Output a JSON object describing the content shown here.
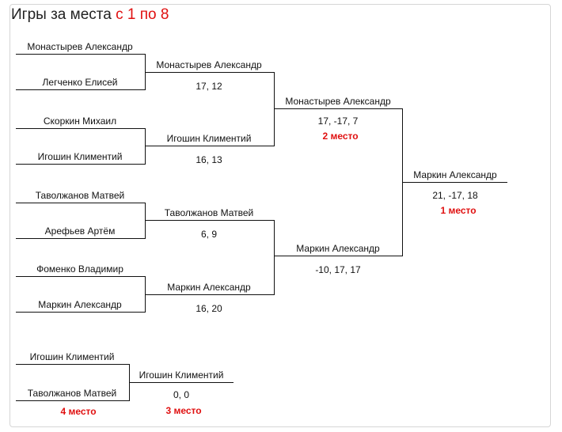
{
  "page": {
    "title_prefix": "Игры за места",
    "title_highlight": "с 1 по 8"
  },
  "round1": [
    {
      "player": "Монастырев Александр"
    },
    {
      "player": "Легченко Елисей"
    },
    {
      "player": "Скоркин Михаил"
    },
    {
      "player": "Игошин Климентий"
    },
    {
      "player": "Таволжанов Матвей"
    },
    {
      "player": "Арефьев Артём"
    },
    {
      "player": "Фоменко Владимир"
    },
    {
      "player": "Маркин Александр"
    }
  ],
  "quarterfinals": [
    {
      "winner": "Монастырев Александр",
      "score": "17, 12"
    },
    {
      "winner": "Игошин Климентий",
      "score": "16, 13"
    },
    {
      "winner": "Таволжанов Матвей",
      "score": "6, 9"
    },
    {
      "winner": "Маркин Александр",
      "score": "16, 20"
    }
  ],
  "semifinals": [
    {
      "winner": "Монастырев Александр",
      "score": "17, -17, 7",
      "place": "2 место"
    },
    {
      "winner": "Маркин Александр",
      "score": "-10, 17, 17"
    }
  ],
  "final": {
    "winner": "Маркин Александр",
    "score": "21, -17, 18",
    "place": "1 место"
  },
  "third_place": {
    "player_a": "Игошин Климентий",
    "player_b": "Таволжанов Матвей",
    "player_b_place": "4 место",
    "winner": "Игошин Климентий",
    "score": "0, 0",
    "place": "3 место"
  }
}
